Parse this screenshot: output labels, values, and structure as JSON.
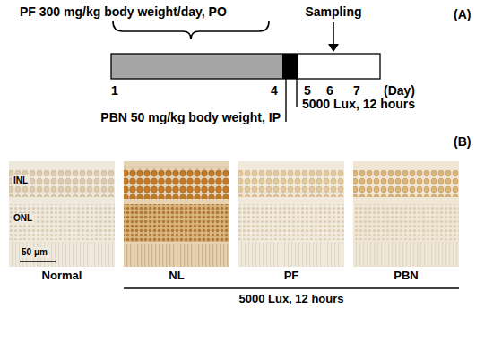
{
  "diagram": {
    "labels": [
      "PF 300 mg/kg body weight/day, PO",
      "Sampling",
      "(A)",
      "1",
      "4",
      "5",
      "6",
      "7",
      "(Day)",
      "5000 Lux, 12 hours",
      "PBN 50 mg/kg body weight, IP",
      "(B)",
      "INL",
      "ONL",
      "50 μm",
      "Normal",
      "NL",
      "PF",
      "PBN",
      "5000 Lux, 12 hours"
    ]
  }
}
